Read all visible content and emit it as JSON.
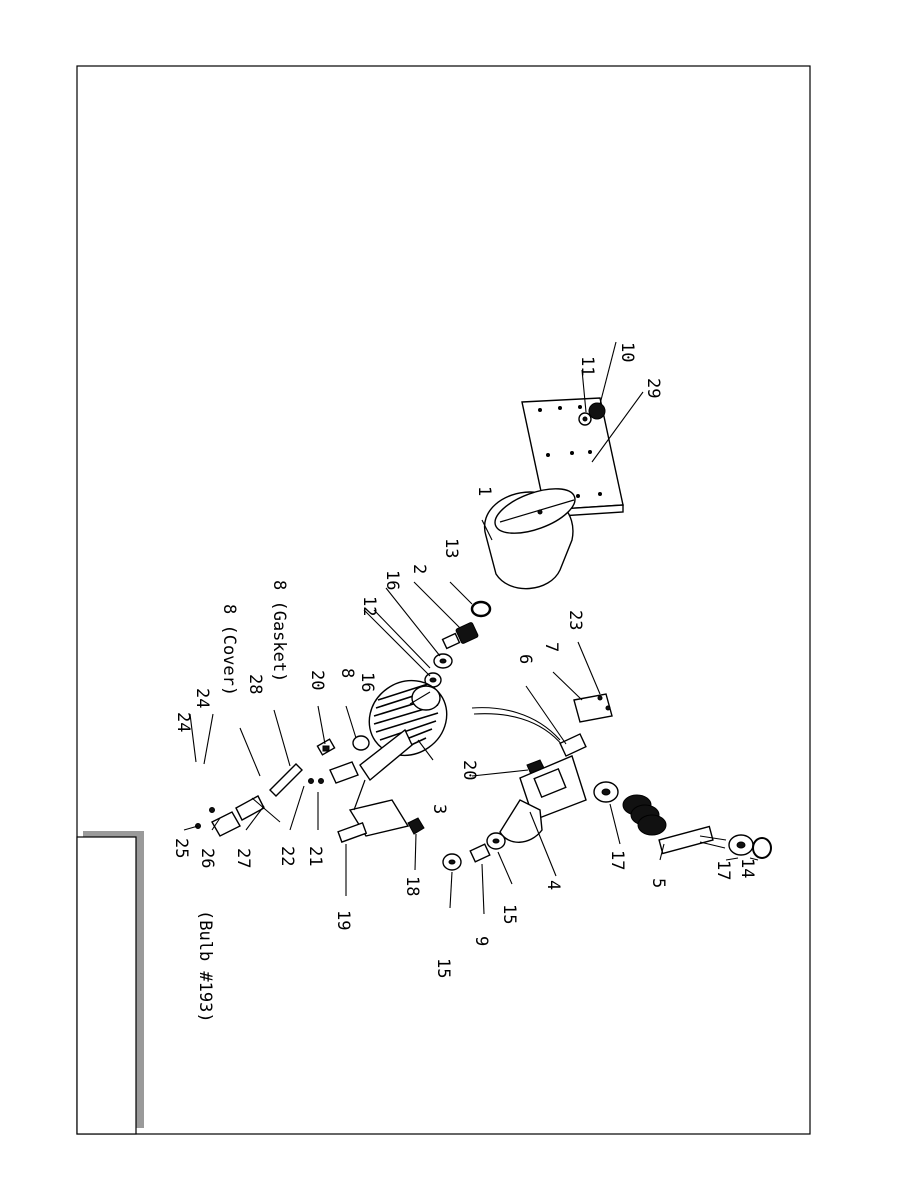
{
  "diagram": {
    "labels": {
      "p1": "1",
      "p2": "2",
      "p3": "3",
      "p4": "4",
      "p5": "5",
      "p6": "6",
      "p7": "7",
      "p8": "8",
      "p9": "9",
      "p10": "10",
      "p11": "11",
      "p12": "12",
      "p13": "13",
      "p14": "14",
      "p15": "15",
      "p16": "16",
      "p17": "17",
      "p18": "18",
      "p19": "19",
      "p20": "20",
      "p21": "21",
      "p22": "22",
      "p23": "23",
      "p24": "24",
      "p25": "25",
      "p26": "26",
      "p27": "27",
      "p28": "28",
      "p29": "29"
    },
    "captions": {
      "cover": "8 (Cover)",
      "gasket": "8 (Gasket)",
      "bulb": "(Bulb #193)"
    }
  }
}
